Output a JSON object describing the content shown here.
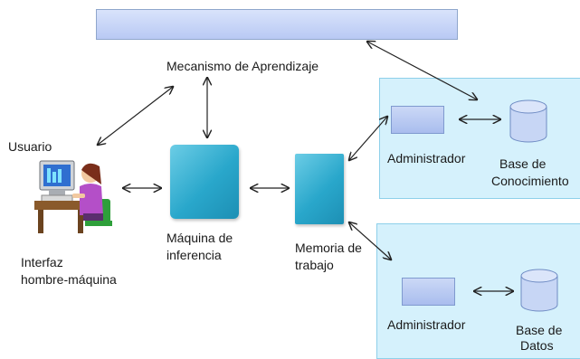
{
  "labels": {
    "learning": "Mecanismo de Aprendizaje",
    "user": "Usuario",
    "interface_line1": "Interfaz",
    "interface_line2": "hombre-máquina",
    "engine_line1": "Máquina de",
    "engine_line2": "inferencia",
    "memory_line1": "Memoria de",
    "memory_line2": "trabajo",
    "admin_top": "Administrador",
    "kb_line1": "Base de",
    "kb_line2": "Conocimiento",
    "admin_bottom": "Administrador",
    "db_line1": "Base de",
    "db_line2": "Datos"
  },
  "icons": {
    "user": "person-at-computer-icon",
    "database": "cylinder-icon"
  },
  "colors": {
    "teal": "#29a7cb",
    "panel": "#d5f1fc",
    "bar": "#c6d4f8"
  }
}
